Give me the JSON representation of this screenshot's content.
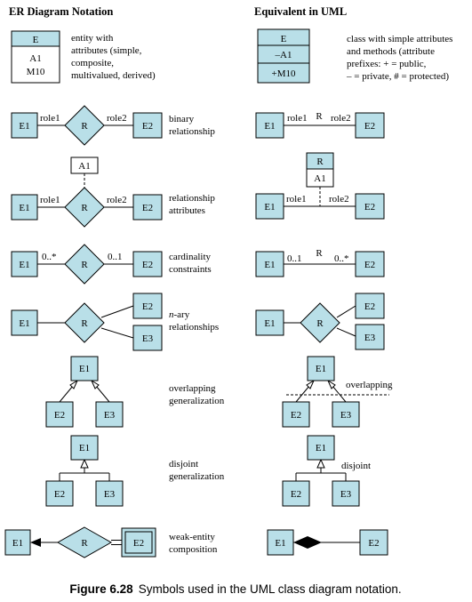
{
  "headers": {
    "er": "ER Diagram Notation",
    "uml": "Equivalent in UML"
  },
  "caption": {
    "label": "Figure 6.28",
    "text": "Symbols used in the UML class diagram notation."
  },
  "rows": {
    "entity": {
      "er_name": "E",
      "er_attr1": "A1",
      "er_attr2": "M10",
      "desc": [
        "entity with",
        "attributes (simple,",
        "composite,",
        "multivalued, derived)"
      ],
      "uml_name": "E",
      "uml_attr": "–A1",
      "uml_method": "+M10",
      "uml_desc": [
        "class with simple attributes",
        "and methods (attribute",
        "prefixes: + = public,",
        "– = private, # = protected)"
      ]
    },
    "binary": {
      "e1": "E1",
      "r": "R",
      "e2": "E2",
      "role1": "role1",
      "role2": "role2",
      "desc": [
        "binary",
        "relationship"
      ],
      "uml_e1": "E1",
      "uml_r": "R",
      "uml_e2": "E2",
      "uml_role1": "role1",
      "uml_role2": "role2"
    },
    "relattr": {
      "e1": "E1",
      "r": "R",
      "e2": "E2",
      "role1": "role1",
      "role2": "role2",
      "attr": "A1",
      "desc": [
        "relationship",
        "attributes"
      ],
      "uml_e1": "E1",
      "uml_e2": "E2",
      "uml_role1": "role1",
      "uml_role2": "role2",
      "uml_r": "R",
      "uml_attr": "A1"
    },
    "cardinality": {
      "e1": "E1",
      "r": "R",
      "e2": "E2",
      "c1": "0..*",
      "c2": "0..1",
      "desc": [
        "cardinality",
        "constraints"
      ],
      "uml_e1": "E1",
      "uml_r": "R",
      "uml_e2": "E2",
      "uml_c1": "0..1",
      "uml_c2": "0..*"
    },
    "nary": {
      "e1": "E1",
      "r": "R",
      "e2": "E2",
      "e3": "E3",
      "desc_em": "n",
      "desc_rest": "-ary",
      "desc2": "relationships",
      "uml_e1": "E1",
      "uml_r": "R",
      "uml_e2": "E2",
      "uml_e3": "E3"
    },
    "overlap": {
      "e1": "E1",
      "e2": "E2",
      "e3": "E3",
      "desc": [
        "overlapping",
        "generalization"
      ],
      "uml_e1": "E1",
      "uml_e2": "E2",
      "uml_e3": "E3",
      "uml_label": "overlapping"
    },
    "disjoint": {
      "e1": "E1",
      "e2": "E2",
      "e3": "E3",
      "desc": [
        "disjoint",
        "generalization"
      ],
      "uml_e1": "E1",
      "uml_e2": "E2",
      "uml_e3": "E3",
      "uml_label": "disjoint"
    },
    "weak": {
      "e1": "E1",
      "r": "R",
      "e2": "E2",
      "desc": [
        "weak-entity",
        "composition"
      ],
      "uml_e1": "E1",
      "uml_e2": "E2"
    }
  }
}
